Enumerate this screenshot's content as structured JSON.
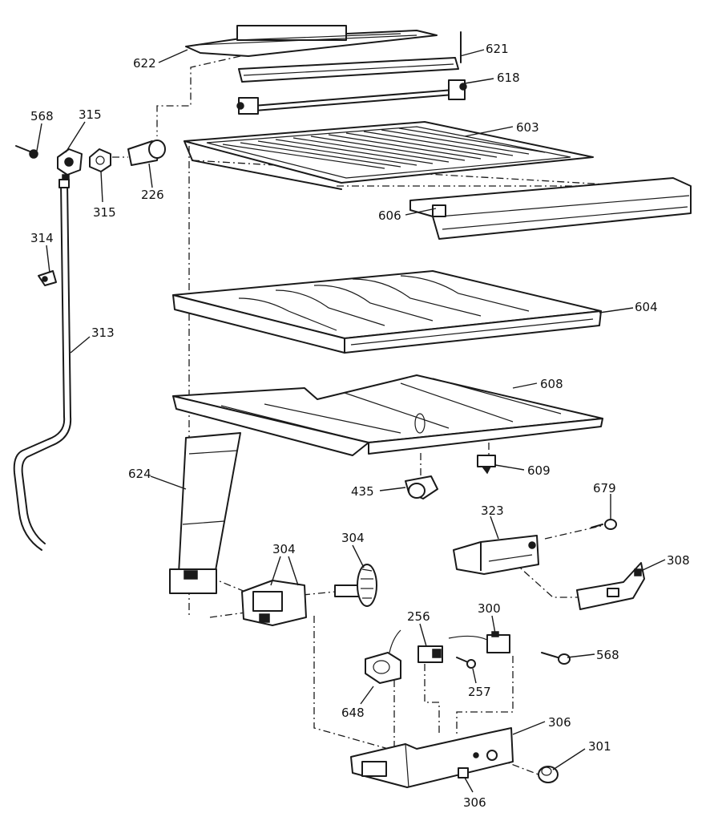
{
  "labels": {
    "p622": "622",
    "p621": "621",
    "p618": "618",
    "p568a": "568",
    "p315a": "315",
    "p315b": "315",
    "p226": "226",
    "p603": "603",
    "p606": "606",
    "p314": "314",
    "p313": "313",
    "p604": "604",
    "p608": "608",
    "p624": "624",
    "p609": "609",
    "p435": "435",
    "p679": "679",
    "p323": "323",
    "p304a": "304",
    "p304b": "304",
    "p308": "308",
    "p300": "300",
    "p256": "256",
    "p568b": "568",
    "p257": "257",
    "p648": "648",
    "p306a": "306",
    "p301": "301",
    "p306b": "306"
  },
  "colors": {
    "ink": "#1a1a1a",
    "paper": "#ffffff"
  }
}
